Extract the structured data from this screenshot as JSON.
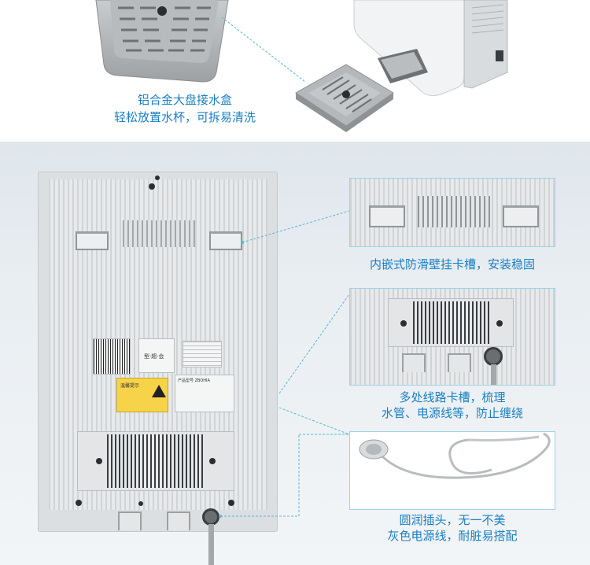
{
  "top_section": {
    "caption_line1": "铝合金大盘接水盒",
    "caption_line2": "轻松放置水杯，可拆易清洗"
  },
  "back_panel": {
    "label_brand": "型·超·会",
    "label_spec_title": "产品型号 ZBOHIA",
    "warning_sign": "!",
    "warning_text": "温馨提示"
  },
  "callouts": [
    {
      "caption": "内嵌式防滑壁挂卡槽，安装稳固"
    },
    {
      "caption_line1": "多处线路卡槽，梳理",
      "caption_line2": "水管、电源线等，防止缠绕"
    },
    {
      "caption_line1": "圆润插头，无一不美",
      "caption_line2": "灰色电源线，耐脏易搭配"
    }
  ],
  "colors": {
    "caption": "#1a7fc4",
    "leader_line": "#55b7d3",
    "frame_border": "#9fd3e6"
  }
}
